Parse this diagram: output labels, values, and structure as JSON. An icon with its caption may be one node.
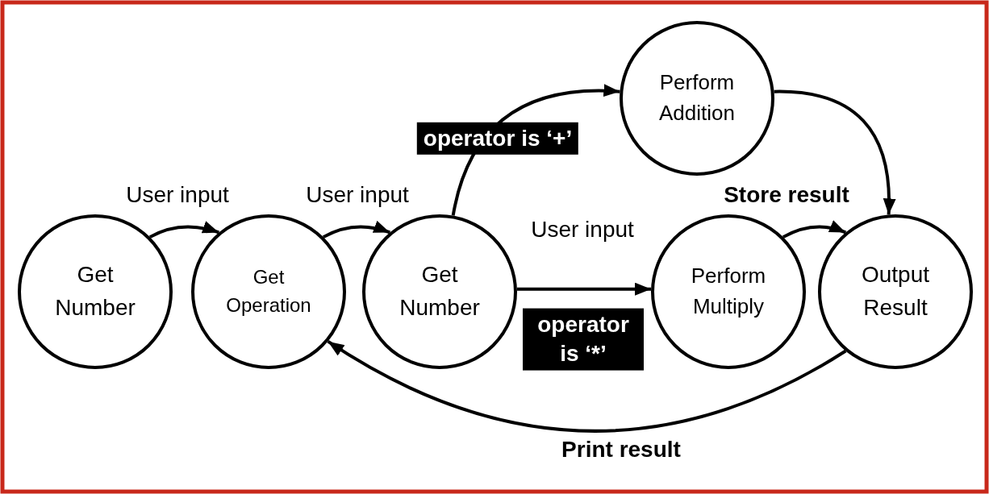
{
  "diagram": {
    "nodes": [
      {
        "text": [
          "Get Number"
        ]
      },
      {
        "text": [
          "Get Operation"
        ]
      },
      {
        "text": [
          "Get Number"
        ]
      },
      {
        "text": [
          "Perform Addition"
        ]
      },
      {
        "text": [
          "Perform Multiply"
        ]
      },
      {
        "text": [
          "Output Result"
        ]
      }
    ],
    "edges": [
      {
        "from": 0,
        "to": 1,
        "arrow": "to",
        "label": "User input"
      },
      {
        "from": 1,
        "to": 2,
        "arrow": "to",
        "label": "User input"
      },
      {
        "from": 2,
        "to": 3,
        "arrow": "to",
        "label": "operator is ‘+’"
      },
      {
        "from": 2,
        "to": 4,
        "arrow": "to",
        "label": "operator is ‘*’"
      },
      {
        "from": 3,
        "to": 5,
        "arrow": "to"
      },
      {
        "from": 4,
        "to": 5,
        "arrow": "to",
        "label": "Store result"
      },
      {
        "from": 5,
        "to": 1,
        "arrow": "to",
        "label": "Print result"
      }
    ],
    "labels": [
      "User input"
    ]
  }
}
